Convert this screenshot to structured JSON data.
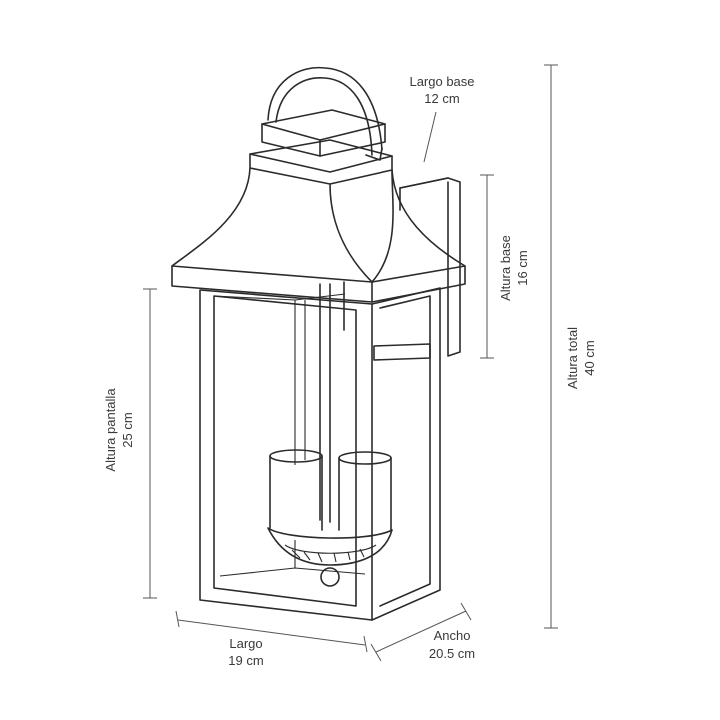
{
  "dimensions": {
    "largo_base": {
      "label": "Largo base",
      "value": "12 cm"
    },
    "altura_base": {
      "label": "Altura base",
      "value": "16 cm"
    },
    "altura_total": {
      "label": "Altura total",
      "value": "40 cm"
    },
    "altura_pantalla": {
      "label": "Altura pantalla",
      "value": "25 cm"
    },
    "largo": {
      "label": "Largo",
      "value": "19 cm"
    },
    "ancho": {
      "label": "Ancho",
      "value": "20.5 cm"
    }
  },
  "colors": {
    "line": "#2b2b2b",
    "text": "#3a3a3a",
    "background": "#ffffff"
  }
}
